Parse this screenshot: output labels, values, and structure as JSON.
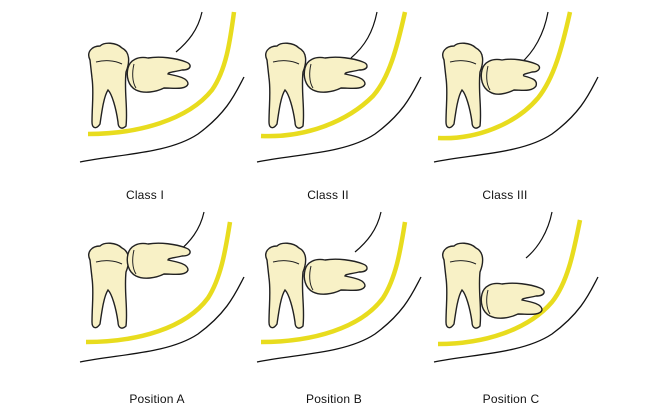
{
  "colors": {
    "ramus_line": "#e8dc1e",
    "tooth_fill": "#f8f1c6",
    "tooth_outline": "#222222",
    "background": "#ffffff"
  },
  "panels": [
    {
      "label": "Class I",
      "row": 0,
      "col": 0,
      "ramus": "far",
      "third_molar": "class1"
    },
    {
      "label": "Class II",
      "row": 0,
      "col": 1,
      "ramus": "mid",
      "third_molar": "class2"
    },
    {
      "label": "Class III",
      "row": 0,
      "col": 2,
      "ramus": "near",
      "third_molar": "class3"
    },
    {
      "label": "Position  A",
      "row": 1,
      "col": 0,
      "ramus": "far",
      "third_molar": "posA"
    },
    {
      "label": "Position  B",
      "row": 1,
      "col": 1,
      "ramus": "far",
      "third_molar": "posB"
    },
    {
      "label": "Position  C",
      "row": 1,
      "col": 2,
      "ramus": "mid",
      "third_molar": "posC"
    }
  ]
}
